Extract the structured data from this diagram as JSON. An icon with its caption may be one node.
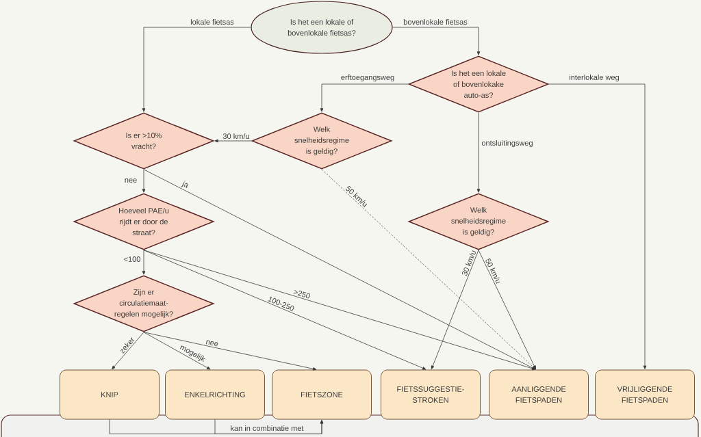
{
  "diagram": {
    "nodes": [
      {
        "text": [
          "Is het een lokale of bovenlokale fietsas?"
        ]
      },
      {
        "text": [
          "Is het een lokale of bovenlokake auto-as?"
        ]
      },
      {
        "text": [
          "Is er >10% vracht?"
        ]
      },
      {
        "text": [
          "Welk snelheidsregime is geldig?"
        ]
      },
      {
        "text": [
          "Hoeveel PAE/u rijdt er door de straat?"
        ]
      },
      {
        "text": [
          "Welk snelheidsregime is geldig?"
        ]
      },
      {
        "text": [
          "Zijn er circulatiemaat- regelen mogelijk?"
        ]
      },
      {
        "text": [
          "KNIP"
        ]
      },
      {
        "text": [
          "ENKELRICHTING"
        ]
      },
      {
        "text": [
          "FIETSZONE"
        ]
      },
      {
        "text": [
          "FIETSSUGGESTIE- STROKEN"
        ]
      },
      {
        "text": [
          "AANLIGGENDE FIETSPADEN"
        ]
      },
      {
        "text": [
          "VRIJLIGGENDE FIETSPADEN"
        ]
      }
    ],
    "edges": [
      {
        "from": 0,
        "to": 2,
        "arrow": "to",
        "label": "lokale fietsas"
      },
      {
        "from": 0,
        "to": 1,
        "arrow": "to",
        "label": "bovenlokale fietsas"
      },
      {
        "from": 1,
        "to": 3,
        "arrow": "to",
        "label": "erftoegangsweg"
      },
      {
        "from": 1,
        "to": 12,
        "arrow": "to",
        "label": "interlokale weg"
      },
      {
        "from": 1,
        "to": 5,
        "arrow": "to",
        "label": "ontsluitingsweg"
      },
      {
        "from": 3,
        "to": 2,
        "arrow": "to",
        "label": "30 km/u"
      },
      {
        "from": 3,
        "to": 11,
        "arrow": "to",
        "label": "50 km/u",
        "style": "dashed"
      },
      {
        "from": 2,
        "to": 11,
        "arrow": "to",
        "label": "ja"
      },
      {
        "from": 2,
        "to": 4,
        "arrow": "to",
        "label": "nee"
      },
      {
        "from": 4,
        "to": 6,
        "arrow": "to",
        "label": "<100"
      },
      {
        "from": 4,
        "to": 11,
        "arrow": "to",
        "label": ">250"
      },
      {
        "from": 4,
        "to": 10,
        "arrow": "to",
        "label": "100-250"
      },
      {
        "from": 5,
        "to": 10,
        "arrow": "to",
        "label": "30 km/u"
      },
      {
        "from": 5,
        "to": 11,
        "arrow": "to",
        "label": "50 km/u"
      },
      {
        "from": 6,
        "to": 7,
        "arrow": "to",
        "label": "zeker"
      },
      {
        "from": 6,
        "to": 8,
        "arrow": "to",
        "label": "mogelijk"
      },
      {
        "from": 6,
        "to": 9,
        "arrow": "to",
        "label": "nee"
      },
      {
        "from": 7,
        "to": 9,
        "arrow": "to",
        "label": "kan in combinatie met"
      },
      {
        "from": 8,
        "to": 9,
        "arrow": "to"
      }
    ]
  }
}
